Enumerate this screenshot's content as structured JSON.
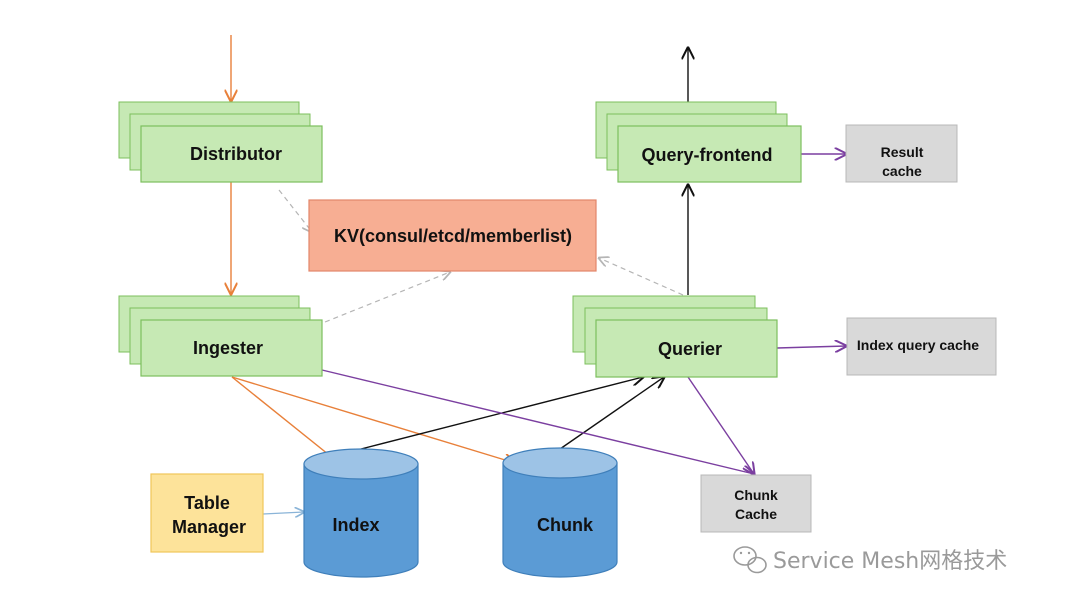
{
  "diagram": {
    "nodes": {
      "distributor": "Distributor",
      "ingester": "Ingester",
      "kv": "KV(consul/etcd/memberlist)",
      "query_frontend": "Query-frontend",
      "querier": "Querier",
      "result_cache": [
        "Result",
        "cache"
      ],
      "index_query_cache": "Index query cache",
      "chunk_cache": [
        "Chunk",
        "Cache"
      ],
      "table_manager": [
        "Table",
        "Manager"
      ],
      "index": "Index",
      "chunk": "Chunk"
    },
    "colors": {
      "write_path": "#e8803a",
      "read_path": "#111111",
      "cache_path": "#7b3fa0",
      "ring": "#b5b5b5",
      "table_manager_link": "#8ab4d8"
    }
  },
  "watermark": {
    "text": "Service Mesh网格技术",
    "icon": "wechat-icon"
  }
}
